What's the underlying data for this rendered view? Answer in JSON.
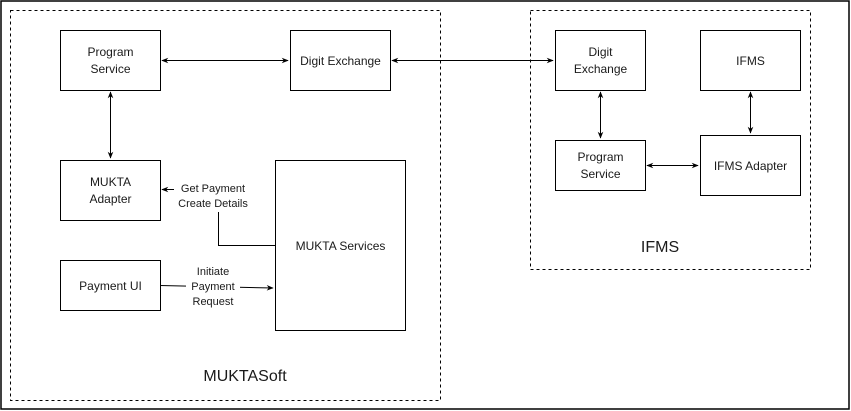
{
  "diagram": {
    "containers": {
      "muktasoft": {
        "label": "MUKTASoft"
      },
      "ifms": {
        "label": "IFMS"
      }
    },
    "nodes": {
      "program_service_left": {
        "lines": [
          "Program",
          "Service"
        ]
      },
      "digit_exchange_left": {
        "lines": [
          "Digit Exchange"
        ]
      },
      "mukta_adapter": {
        "lines": [
          "MUKTA",
          "Adapter"
        ]
      },
      "mukta_services": {
        "lines": [
          "MUKTA Services"
        ]
      },
      "payment_ui": {
        "lines": [
          "Payment UI"
        ]
      },
      "digit_exchange_right": {
        "lines": [
          "Digit",
          "Exchange"
        ]
      },
      "ifms": {
        "lines": [
          "IFMS"
        ]
      },
      "program_service_right": {
        "lines": [
          "Program",
          "Service"
        ]
      },
      "ifms_adapter": {
        "lines": [
          "IFMS Adapter"
        ]
      }
    },
    "edges": {
      "get_payment": {
        "lines": [
          "Get Payment",
          "Create Details"
        ]
      },
      "initiate_payment": {
        "lines": [
          "Initiate",
          "Payment",
          "Request"
        ]
      }
    },
    "colors": {
      "stroke": "#000000",
      "text": "#1a1a1a",
      "background": "#ffffff"
    }
  }
}
